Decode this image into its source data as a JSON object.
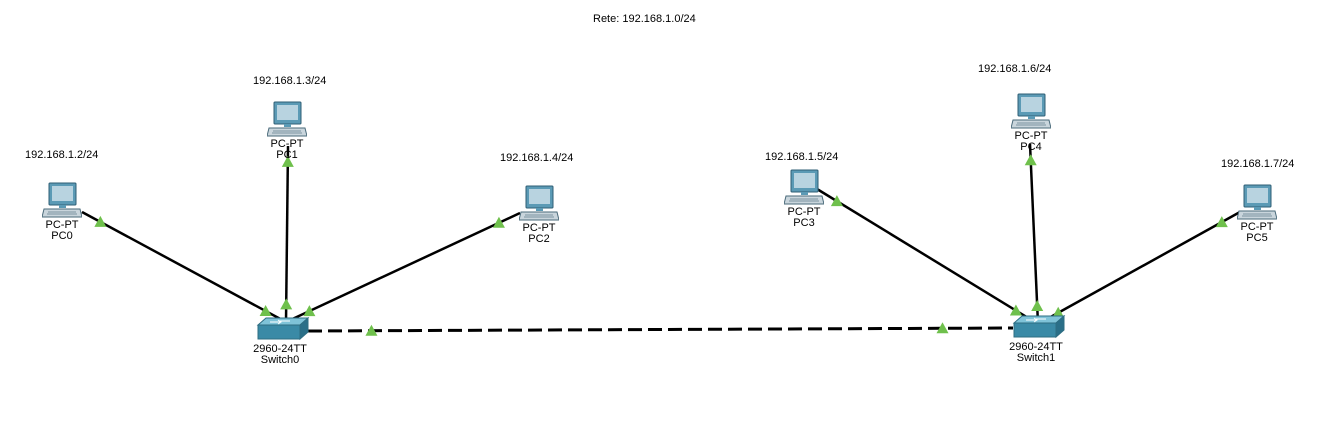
{
  "network_note": "Rete: 192.168.1.0/24",
  "colors": {
    "link": "#000000",
    "port_up": "#6fc04c",
    "pc_screen": "#a8c7d8",
    "pc_body": "#4f8fab",
    "switch_body": "#3a8aa6"
  },
  "devices": {
    "pc0": {
      "model": "PC-PT",
      "name": "PC0",
      "ip": "192.168.1.2/24",
      "icon": "pc-icon"
    },
    "pc1": {
      "model": "PC-PT",
      "name": "PC1",
      "ip": "192.168.1.3/24",
      "icon": "pc-icon"
    },
    "pc2": {
      "model": "PC-PT",
      "name": "PC2",
      "ip": "192.168.1.4/24",
      "icon": "pc-icon"
    },
    "pc3": {
      "model": "PC-PT",
      "name": "PC3",
      "ip": "192.168.1.5/24",
      "icon": "pc-icon"
    },
    "pc4": {
      "model": "PC-PT",
      "name": "PC4",
      "ip": "192.168.1.6/24",
      "icon": "pc-icon"
    },
    "pc5": {
      "model": "PC-PT",
      "name": "PC5",
      "ip": "192.168.1.7/24",
      "icon": "pc-icon"
    },
    "switch0": {
      "model": "2960-24TT",
      "name": "Switch0",
      "icon": "switch-icon"
    },
    "switch1": {
      "model": "2960-24TT",
      "name": "Switch1",
      "icon": "switch-icon"
    }
  },
  "links": [
    {
      "from": "pc0",
      "to": "switch0",
      "style": "solid"
    },
    {
      "from": "pc1",
      "to": "switch0",
      "style": "solid"
    },
    {
      "from": "pc2",
      "to": "switch0",
      "style": "solid"
    },
    {
      "from": "pc3",
      "to": "switch1",
      "style": "solid"
    },
    {
      "from": "pc4",
      "to": "switch1",
      "style": "solid"
    },
    {
      "from": "pc5",
      "to": "switch1",
      "style": "solid"
    },
    {
      "from": "switch0",
      "to": "switch1",
      "style": "dashed"
    }
  ]
}
